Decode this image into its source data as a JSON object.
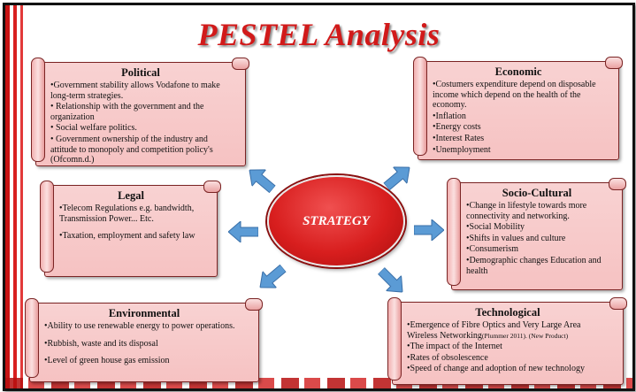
{
  "title": "PESTEL Analysis",
  "center": "STRATEGY",
  "colors": {
    "title": "#d11a1a",
    "scroll_fill": "#f6c6c6",
    "center": "#d81e1e",
    "arrow": "#5b9bd5"
  },
  "boxes": {
    "political": {
      "heading": "Political",
      "items": [
        "•Government stability allows Vodafone to make long-term strategies.",
        "• Relationship with the government and the organization",
        "• Social welfare politics.",
        "• Government ownership of the industry and attitude to monopoly and competition policy's (Ofcomn.d.)"
      ]
    },
    "economic": {
      "heading": "Economic",
      "items": [
        "•Costumers expenditure depend on disposable income which depend on the health of the economy.",
        "•Inflation",
        "•Energy costs",
        "•Interest Rates",
        "•Unemployment"
      ]
    },
    "legal": {
      "heading": "Legal",
      "items": [
        "•Telecom Regulations e.g. bandwidth, Transmission Power... Etc.",
        "•Taxation, employment and safety law"
      ]
    },
    "socio_cultural": {
      "heading": "Socio-Cultural",
      "items": [
        "•Change in lifestyle towards more connectivity and networking.",
        "•Social Mobility",
        "•Shifts in values and culture",
        "•Consumerism",
        "•Demographic changes Education and health"
      ]
    },
    "environmental": {
      "heading": "Environmental",
      "items": [
        "•Ability to use renewable energy to power operations.",
        "•Rubbish, waste and its disposal",
        "•Level of green house gas emission"
      ]
    },
    "technological": {
      "heading": "Technological",
      "item1_main": "•Emergence of Fibre Optics and Very Large Area Wireless Networking",
      "item1_note": "(Plummer 2011). (New Product)",
      "items": [
        "•The impact of the Internet",
        "•Rates of obsolescence",
        "•Speed of change and adoption of new technology"
      ]
    }
  }
}
